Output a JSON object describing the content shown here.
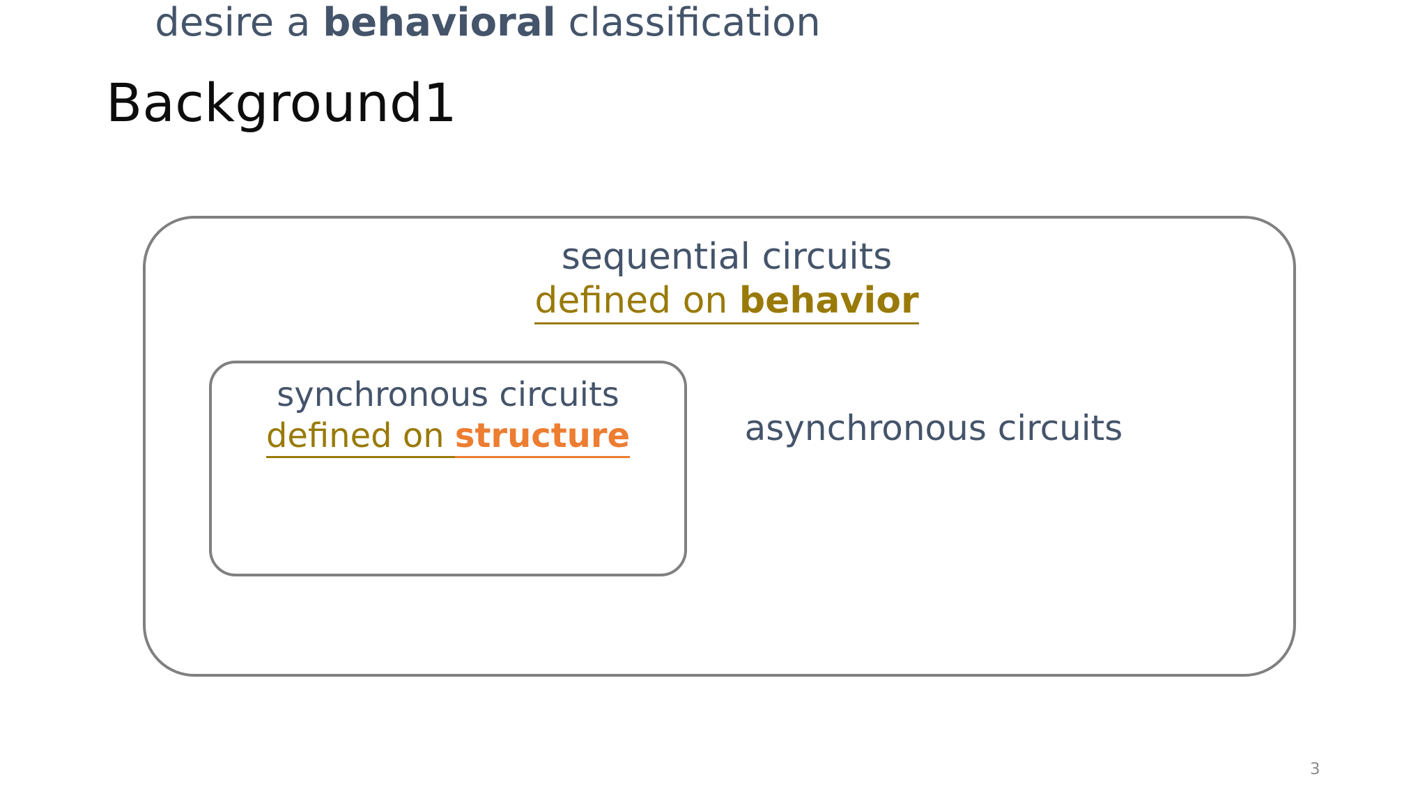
{
  "slide": {
    "title": "Background1",
    "slide_number": "3",
    "background_color": "#ffffff"
  },
  "colors": {
    "slate_blue": "#44546a",
    "gold": "#997a08",
    "orange": "#ed7d31",
    "box_border_gray": "#808080",
    "title_black": "#0d0d0d",
    "slide_number_gray": "#8c8c8c"
  },
  "diagram": {
    "outer_set": {
      "name": "sequential circuits",
      "label_line1": "sequential circuits",
      "label_line2_prefix": "defined on ",
      "label_line2_emphasis": "behavior",
      "label_line2_emphasis_bold": true,
      "label_line2_underlined": true
    },
    "inner_set": {
      "name": "synchronous circuits",
      "label_line1": "synchronous circuits",
      "label_line2_prefix": "defined on ",
      "label_line2_emphasis": "structure",
      "label_line2_emphasis_bold": true,
      "label_line2_underlined": true
    },
    "outside_inner_region": {
      "label": "asynchronous circuits"
    }
  },
  "caption": {
    "prefix": "desire a ",
    "emphasis": "behavioral",
    "suffix": " classification"
  }
}
